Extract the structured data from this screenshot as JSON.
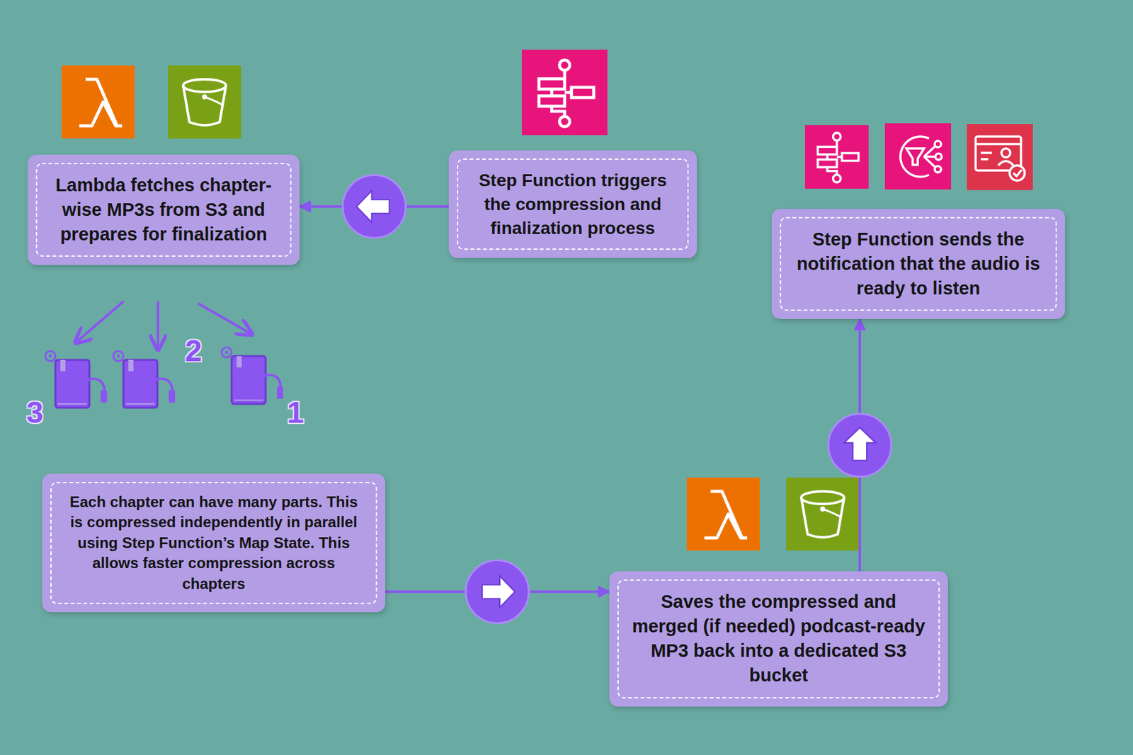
{
  "diagram": {
    "nodes": [
      {
        "text": [
          "Lambda fetches chapter-wise MP3s from S3 and prepares for finalization"
        ]
      },
      {
        "text": [
          "Step Function triggers the compression and finalization process"
        ]
      },
      {
        "text": [
          "Step Function sends the notification that the audio is ready to listen"
        ]
      },
      {
        "text": [
          "Each chapter can have many parts. This is compressed independently in parallel using Step Function’s Map State. This allows faster compression across chapters"
        ]
      },
      {
        "text": [
          "Saves the compressed and merged (if needed) podcast-ready MP3 back into a dedicated S3 bucket"
        ]
      }
    ],
    "edges": [
      {
        "from": 1,
        "to": 0,
        "arrow": "to"
      },
      {
        "from": 3,
        "to": 4,
        "arrow": "to"
      },
      {
        "from": 4,
        "to": 2,
        "arrow": "to"
      }
    ],
    "labels": [
      "3",
      "2",
      "1"
    ]
  }
}
